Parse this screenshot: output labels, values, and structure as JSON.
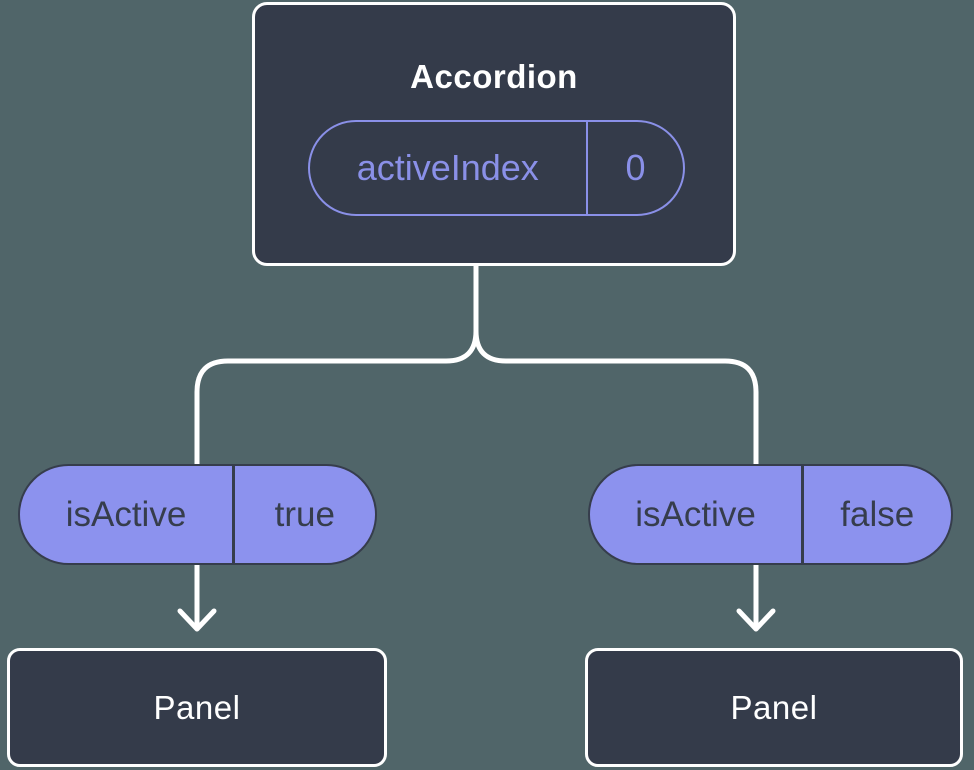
{
  "colors": {
    "canvas-bg": "#506569",
    "node-bg": "#343b4a",
    "node-border": "#ffffff",
    "accent-purple": "#8a90e8",
    "pill-fill": "#8c92ee",
    "pill-text-dark": "#363d4c",
    "connector": "#ffffff"
  },
  "root_node": {
    "title": "Accordion",
    "state": {
      "name": "activeIndex",
      "value": "0"
    }
  },
  "branches": [
    {
      "prop": {
        "name": "isActive",
        "value": "true"
      },
      "child": {
        "title": "Panel"
      }
    },
    {
      "prop": {
        "name": "isActive",
        "value": "false"
      },
      "child": {
        "title": "Panel"
      }
    }
  ]
}
